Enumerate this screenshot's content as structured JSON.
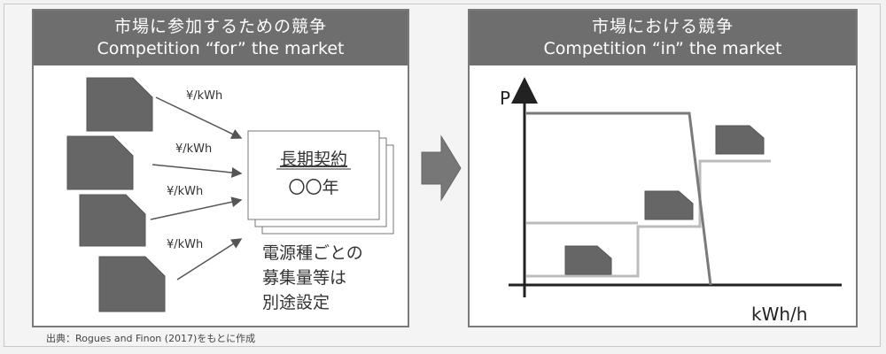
{
  "left_panel": {
    "title_jp": "市場に参加するための競争",
    "title_en": "Competition “for” the market",
    "arrow_labels": [
      "¥/kWh",
      "¥/kWh",
      "¥/kWh",
      "¥/kWh"
    ],
    "contract_line1": "長期契約",
    "contract_line2": "〇〇年",
    "note_lines": [
      "電源種ごとの",
      "募集量等は",
      "別途設定"
    ]
  },
  "right_panel": {
    "title_jp": "市場における競争",
    "title_en": "Competition “in” the market",
    "y_axis_label": "P",
    "x_axis_label": "kWh/h"
  },
  "source_note": "出典：Rogues and Finon (2017)をもとに作成",
  "colors": {
    "header_bg": "#6e6e6e",
    "plant_fill": "#666666",
    "arrow_fill": "#777777",
    "supply_line": "#b9b9b9",
    "demand_line": "#7a7a7a"
  }
}
